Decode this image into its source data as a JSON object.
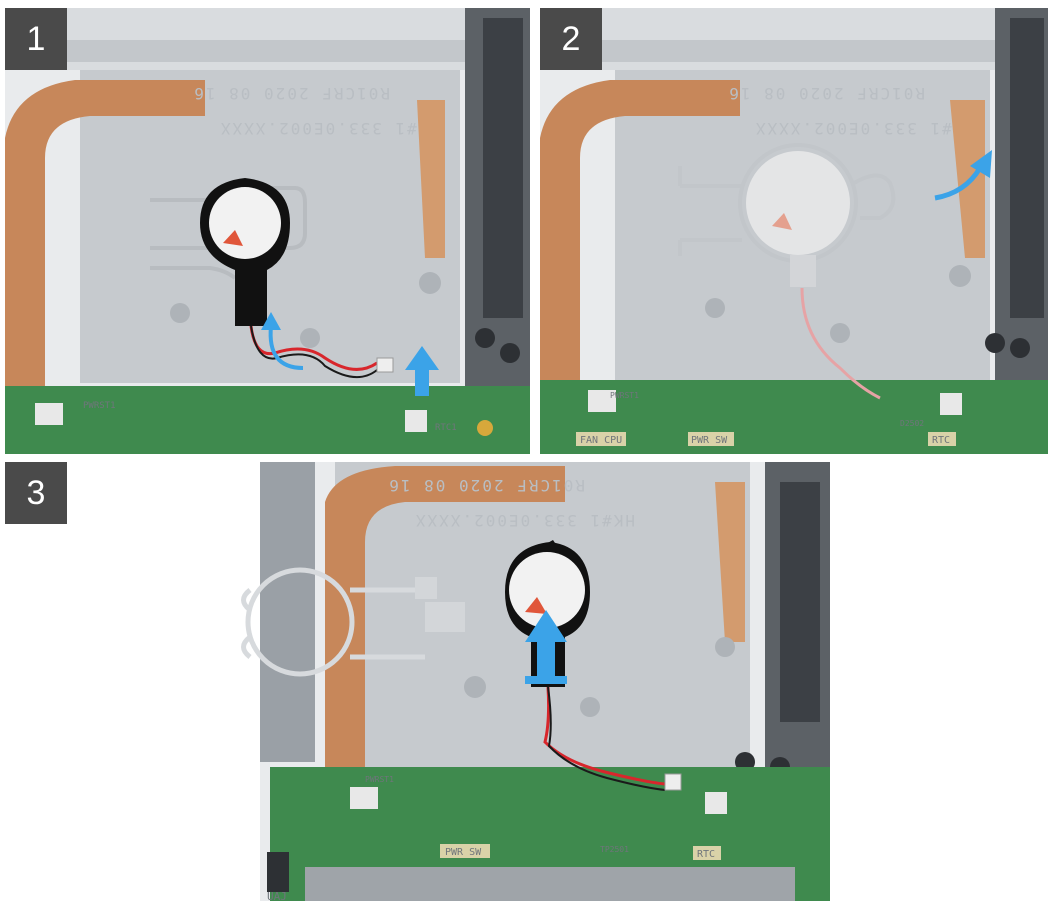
{
  "steps": [
    {
      "number": "1"
    },
    {
      "number": "2"
    },
    {
      "number": "3"
    }
  ],
  "plate_text": {
    "line1": "R01CRF 2020 08 16",
    "line2": "HK#1 333.0E002.XXXX"
  },
  "board_labels": {
    "fan_cpu": "FAN CPU",
    "pwr_sw": "PWR SW",
    "rtc": "RTC",
    "rtc1": "RTC1",
    "pwrst1": "PWRST1",
    "uaj": "UAJ",
    "d2502": "D2502",
    "tp2501": "TP2501"
  },
  "colors": {
    "badge": "#4a4a4a",
    "arrow": "#3ba3e8",
    "copper": "#c7875a",
    "plate": "#c8ccd0",
    "board": "#3f8a4e",
    "battery_wrap": "#111111",
    "wire_red": "#d8262c"
  }
}
